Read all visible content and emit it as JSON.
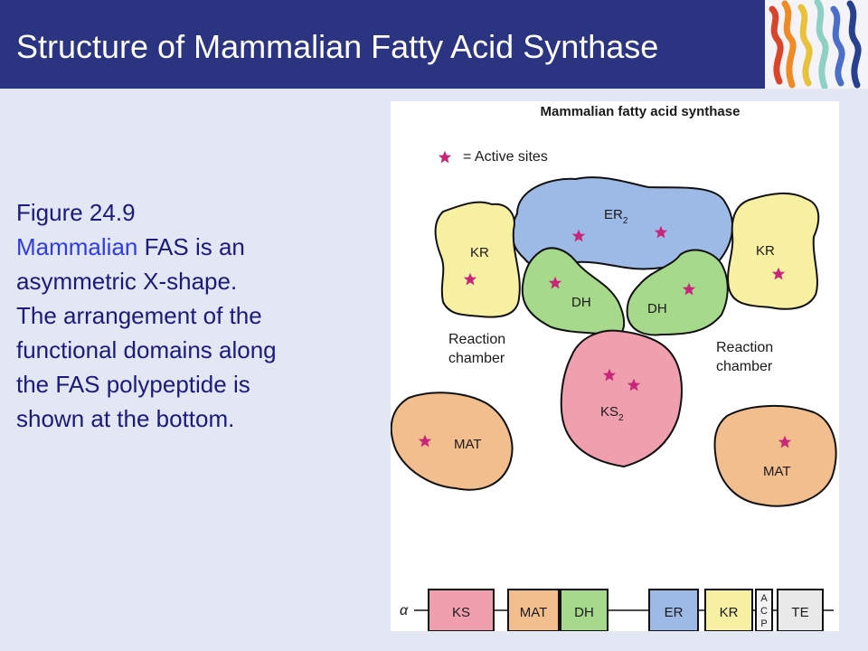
{
  "header": {
    "title": "Structure of Mammalian Fatty Acid Synthase",
    "thumbnail_icon": "protein-structure-icon"
  },
  "caption": {
    "figure_label": "Figure 24.9",
    "line1_highlight": "Mammalian",
    "line1_rest": " FAS is an",
    "line2": "asymmetric X-shape.",
    "line3": "The arrangement of the",
    "line4": "functional domains along",
    "line5": "the FAS polypeptide is",
    "line6": "shown at the bottom."
  },
  "figure": {
    "title": "Mammalian fatty acid synthase",
    "legend_text": "= Active sites",
    "legend_icon": "star-icon",
    "domains": {
      "er": "ER",
      "er_sub": "2",
      "kr_left": "KR",
      "kr_right": "KR",
      "dh_left": "DH",
      "dh_right": "DH",
      "ks": "KS",
      "ks_sub": "2",
      "mat_left": "MAT",
      "mat_right": "MAT"
    },
    "reaction_left_1": "Reaction",
    "reaction_left_2": "chamber",
    "reaction_right_1": "Reaction",
    "reaction_right_2": "chamber",
    "polypeptide": {
      "alpha": "α",
      "ks": "KS",
      "mat": "MAT",
      "dh": "DH",
      "er": "ER",
      "kr": "KR",
      "acp_a": "A",
      "acp_c": "C",
      "acp_p": "P",
      "te": "TE"
    },
    "colors": {
      "er": "#9db9e6",
      "kr": "#f7f0a3",
      "dh": "#a6d98c",
      "ks": "#ef9fae",
      "mat": "#f3be8e",
      "acp": "#f2f2f2",
      "te": "#e9e9e9",
      "star": "#c8267a"
    }
  }
}
